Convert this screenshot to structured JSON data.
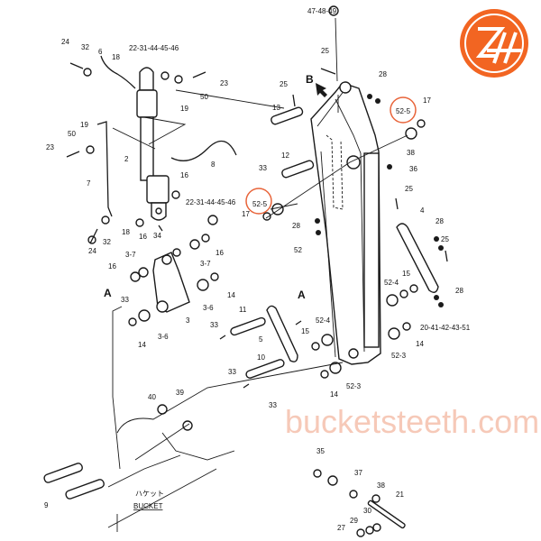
{
  "title": "Excavator arm & bucket cylinder parts diagram",
  "logo": {
    "text": "ZH",
    "color": "#f26522"
  },
  "watermark": "bucketsteeth.com",
  "bucket_label_jp": "ハケット",
  "bucket_label": "BUCKET",
  "highlight_color": "#e8643a",
  "callouts": [
    "24",
    "32",
    "6",
    "18",
    "22-31-44-45-46",
    "23",
    "50",
    "19",
    "19",
    "50",
    "23",
    "2",
    "8",
    "16",
    "7",
    "22-31-44-45-46",
    "18",
    "16",
    "34",
    "32",
    "24",
    "16",
    "3-7",
    "16",
    "3-7",
    "A",
    "33",
    "3",
    "3-6",
    "14",
    "3-6",
    "14",
    "11",
    "33",
    "5",
    "10",
    "33",
    "40",
    "39",
    "9",
    "47-48-49",
    "25",
    "B",
    "25",
    "28",
    "13",
    "52-5",
    "17",
    "38",
    "36",
    "12",
    "33",
    "52-5",
    "17",
    "25",
    "4",
    "28",
    "28",
    "25",
    "52",
    "A",
    "15",
    "52-4",
    "28",
    "15",
    "52-4",
    "20-41-42-43-51",
    "14",
    "52-3",
    "52-3",
    "14",
    "33",
    "35",
    "37",
    "38",
    "21",
    "30",
    "29",
    "27"
  ]
}
